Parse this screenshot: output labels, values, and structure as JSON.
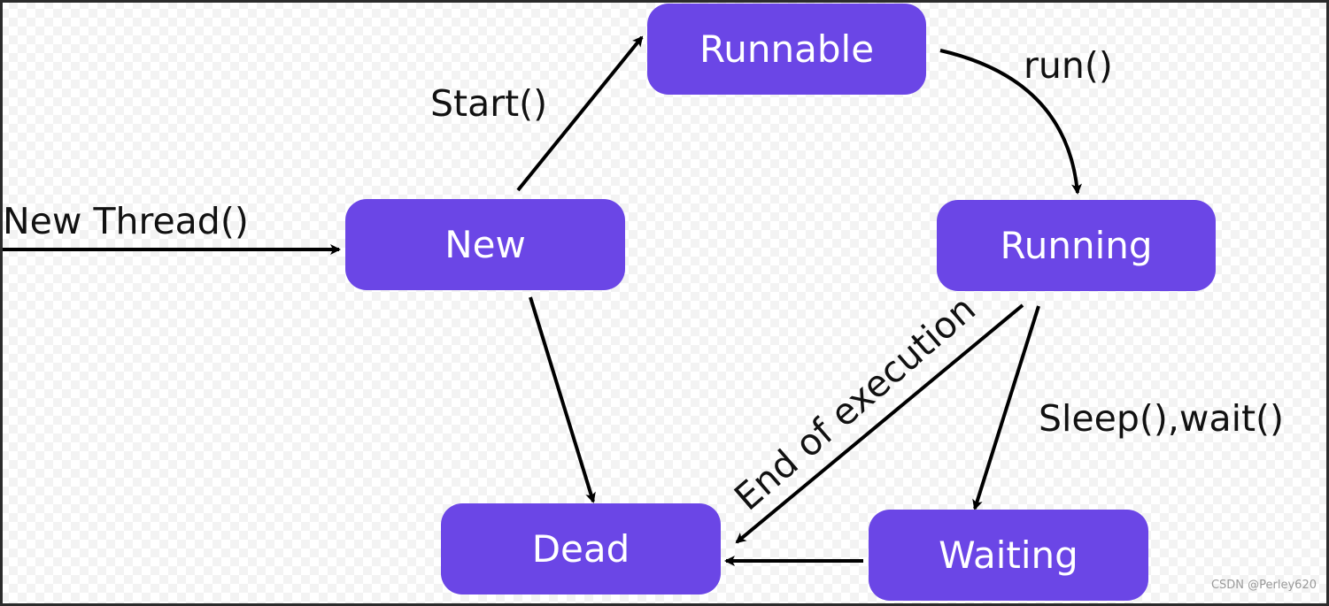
{
  "colors": {
    "node_fill": "#6b46e6",
    "node_text": "#ffffff",
    "arrow": "#000000"
  },
  "nodes": {
    "runnable": "Runnable",
    "new": "New",
    "running": "Running",
    "dead": "Dead",
    "waiting": "Waiting"
  },
  "edges": {
    "new_thread": "New Thread()",
    "start": "Start()",
    "run": "run()",
    "end_of_execution": "End of execution",
    "sleep_wait": "Sleep(),wait()"
  },
  "watermark": "CSDN @Perley620"
}
